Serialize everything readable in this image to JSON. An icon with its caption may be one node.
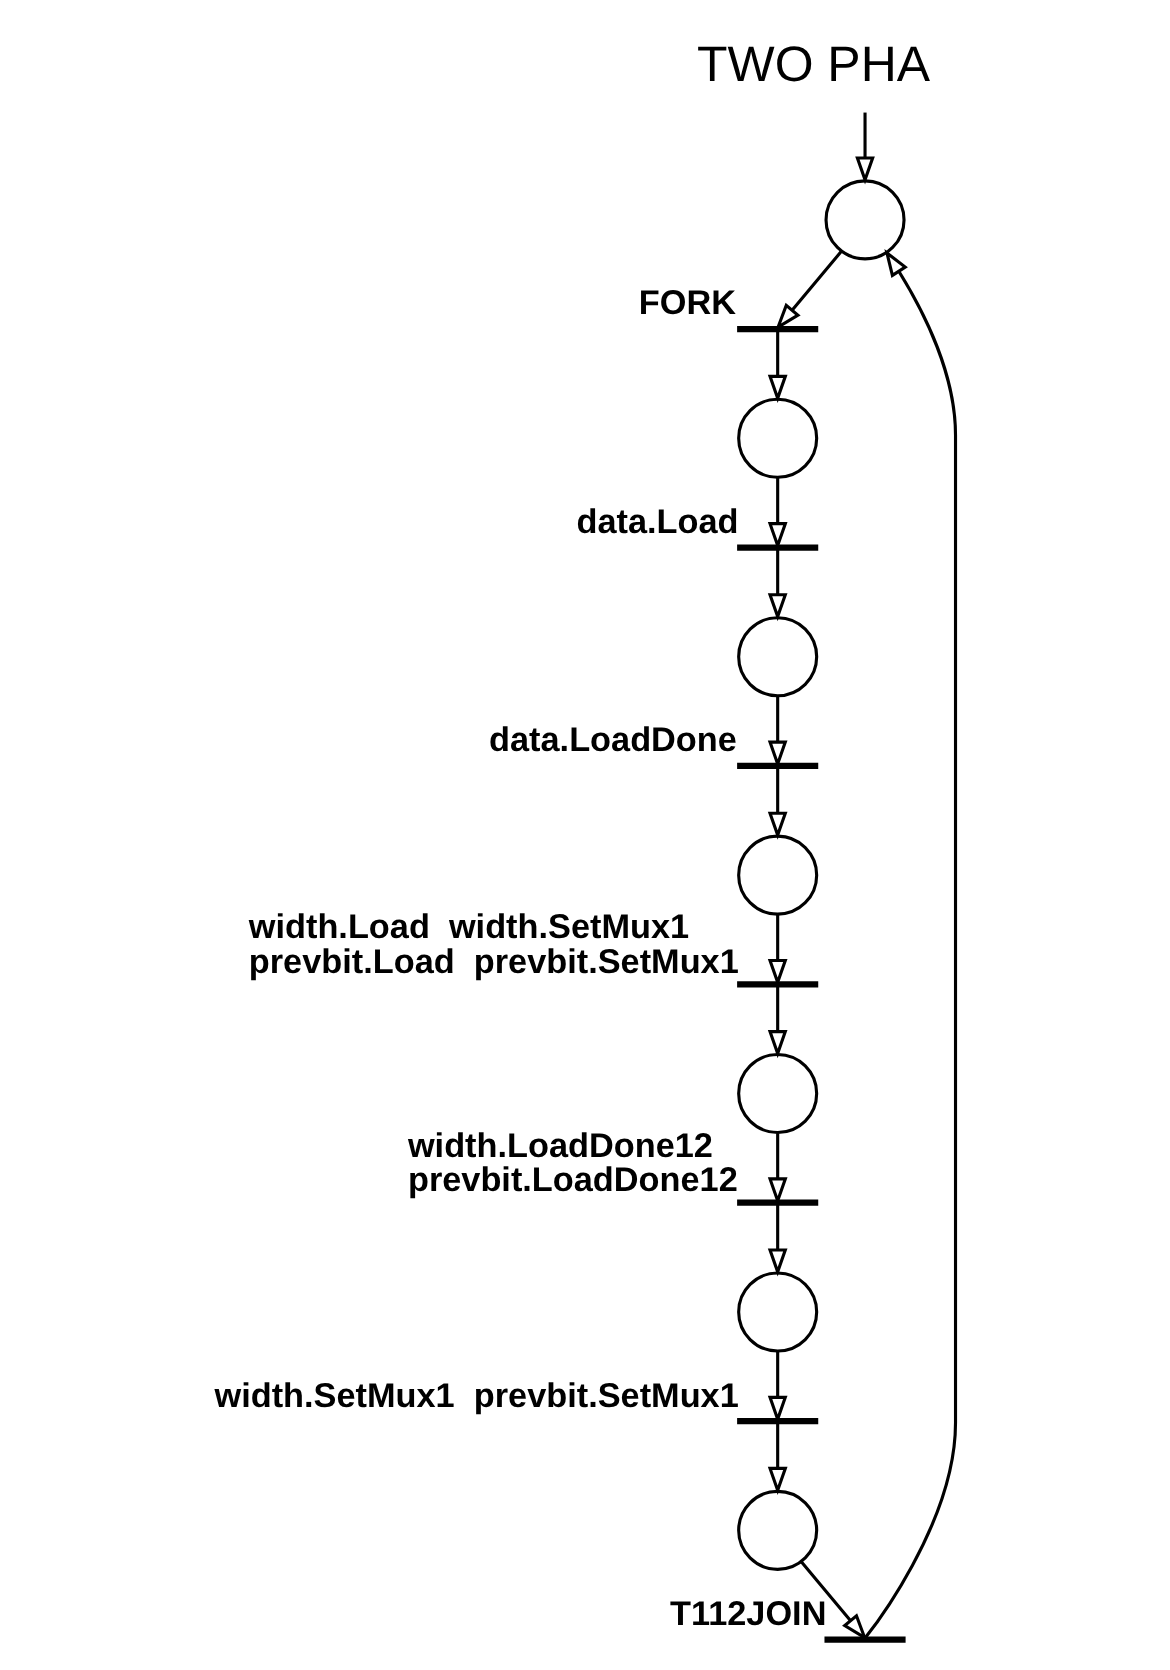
{
  "diagram": {
    "title": "TWO PHA",
    "nodes": [
      {
        "text": [],
        "shape": "circle"
      },
      {
        "text": [],
        "shape": "bar",
        "beside": [
          "FORK"
        ]
      },
      {
        "text": [],
        "shape": "circle"
      },
      {
        "text": [],
        "shape": "bar",
        "beside": [
          "data.Load"
        ]
      },
      {
        "text": [],
        "shape": "circle"
      },
      {
        "text": [],
        "shape": "bar",
        "beside": [
          "data.LoadDone"
        ]
      },
      {
        "text": [],
        "shape": "circle"
      },
      {
        "text": [],
        "shape": "bar",
        "beside": [
          "width.Load  width.SetMux1",
          "prevbit.Load  prevbit.SetMux1"
        ]
      },
      {
        "text": [],
        "shape": "circle"
      },
      {
        "text": [],
        "shape": "bar",
        "beside": [
          "width.LoadDone12",
          "prevbit.LoadDone12"
        ]
      },
      {
        "text": [],
        "shape": "circle"
      },
      {
        "text": [],
        "shape": "bar",
        "beside": [
          "width.SetMux1  prevbit.SetMux1"
        ]
      },
      {
        "text": [],
        "shape": "circle"
      },
      {
        "text": [],
        "shape": "bar",
        "beside": [
          "T112JOIN"
        ]
      }
    ],
    "edges": [
      {
        "from": null,
        "to": 0,
        "arrow": "to"
      },
      {
        "from": 0,
        "to": 1,
        "arrow": "to"
      },
      {
        "from": 1,
        "to": 2,
        "arrow": "to"
      },
      {
        "from": 2,
        "to": 3,
        "arrow": "to"
      },
      {
        "from": 3,
        "to": 4,
        "arrow": "to"
      },
      {
        "from": 4,
        "to": 5,
        "arrow": "to"
      },
      {
        "from": 5,
        "to": 6,
        "arrow": "to"
      },
      {
        "from": 6,
        "to": 7,
        "arrow": "to"
      },
      {
        "from": 7,
        "to": 8,
        "arrow": "to"
      },
      {
        "from": 8,
        "to": 9,
        "arrow": "to"
      },
      {
        "from": 9,
        "to": 10,
        "arrow": "to"
      },
      {
        "from": 10,
        "to": 11,
        "arrow": "to"
      },
      {
        "from": 11,
        "to": 12,
        "arrow": "to"
      },
      {
        "from": 12,
        "to": 13,
        "arrow": "to"
      },
      {
        "from": 13,
        "to": 0,
        "arrow": "to"
      }
    ]
  }
}
